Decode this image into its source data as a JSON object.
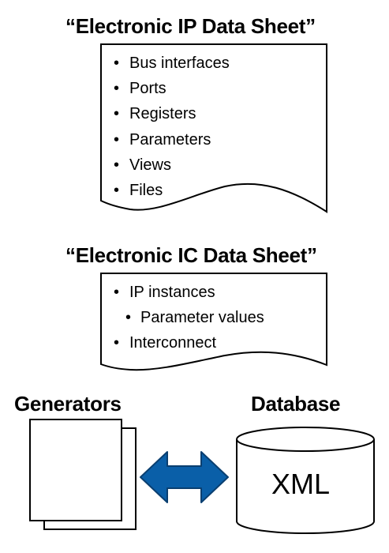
{
  "ip_sheet": {
    "title": "“Electronic IP Data Sheet”",
    "items": [
      "Bus interfaces",
      "Ports",
      "Registers",
      "Parameters",
      "Views",
      "Files"
    ]
  },
  "ic_sheet": {
    "title": "“Electronic IC Data Sheet”",
    "items": [
      "IP instances",
      "Parameter values",
      "Interconnect"
    ]
  },
  "generators": {
    "label": "Generators"
  },
  "database": {
    "label": "Database",
    "content": "XML"
  },
  "colors": {
    "arrow_fill": "#0a5fa8",
    "arrow_stroke": "#0a3f70",
    "stroke": "#000000"
  }
}
